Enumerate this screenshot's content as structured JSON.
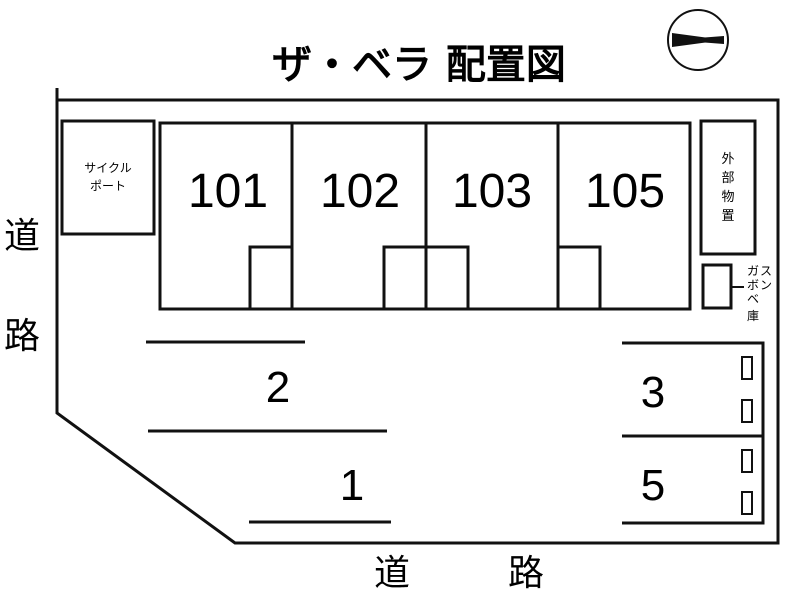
{
  "title": "ザ・ベラ 配置図",
  "units": [
    "101",
    "102",
    "103",
    "105"
  ],
  "bicycle_port": [
    "サイクル",
    "ポート"
  ],
  "outdoor_storage": [
    "外",
    "部",
    "物",
    "置"
  ],
  "gas_cylinder_storage": [
    "ガ",
    "ス",
    "ボ",
    "ン",
    "ベ",
    "庫"
  ],
  "parking": [
    "2",
    "1",
    "3",
    "5"
  ],
  "road_left": [
    "道",
    "路"
  ],
  "road_bottom": [
    "道",
    "路"
  ],
  "north_arrow_icon": "arrow-icon"
}
